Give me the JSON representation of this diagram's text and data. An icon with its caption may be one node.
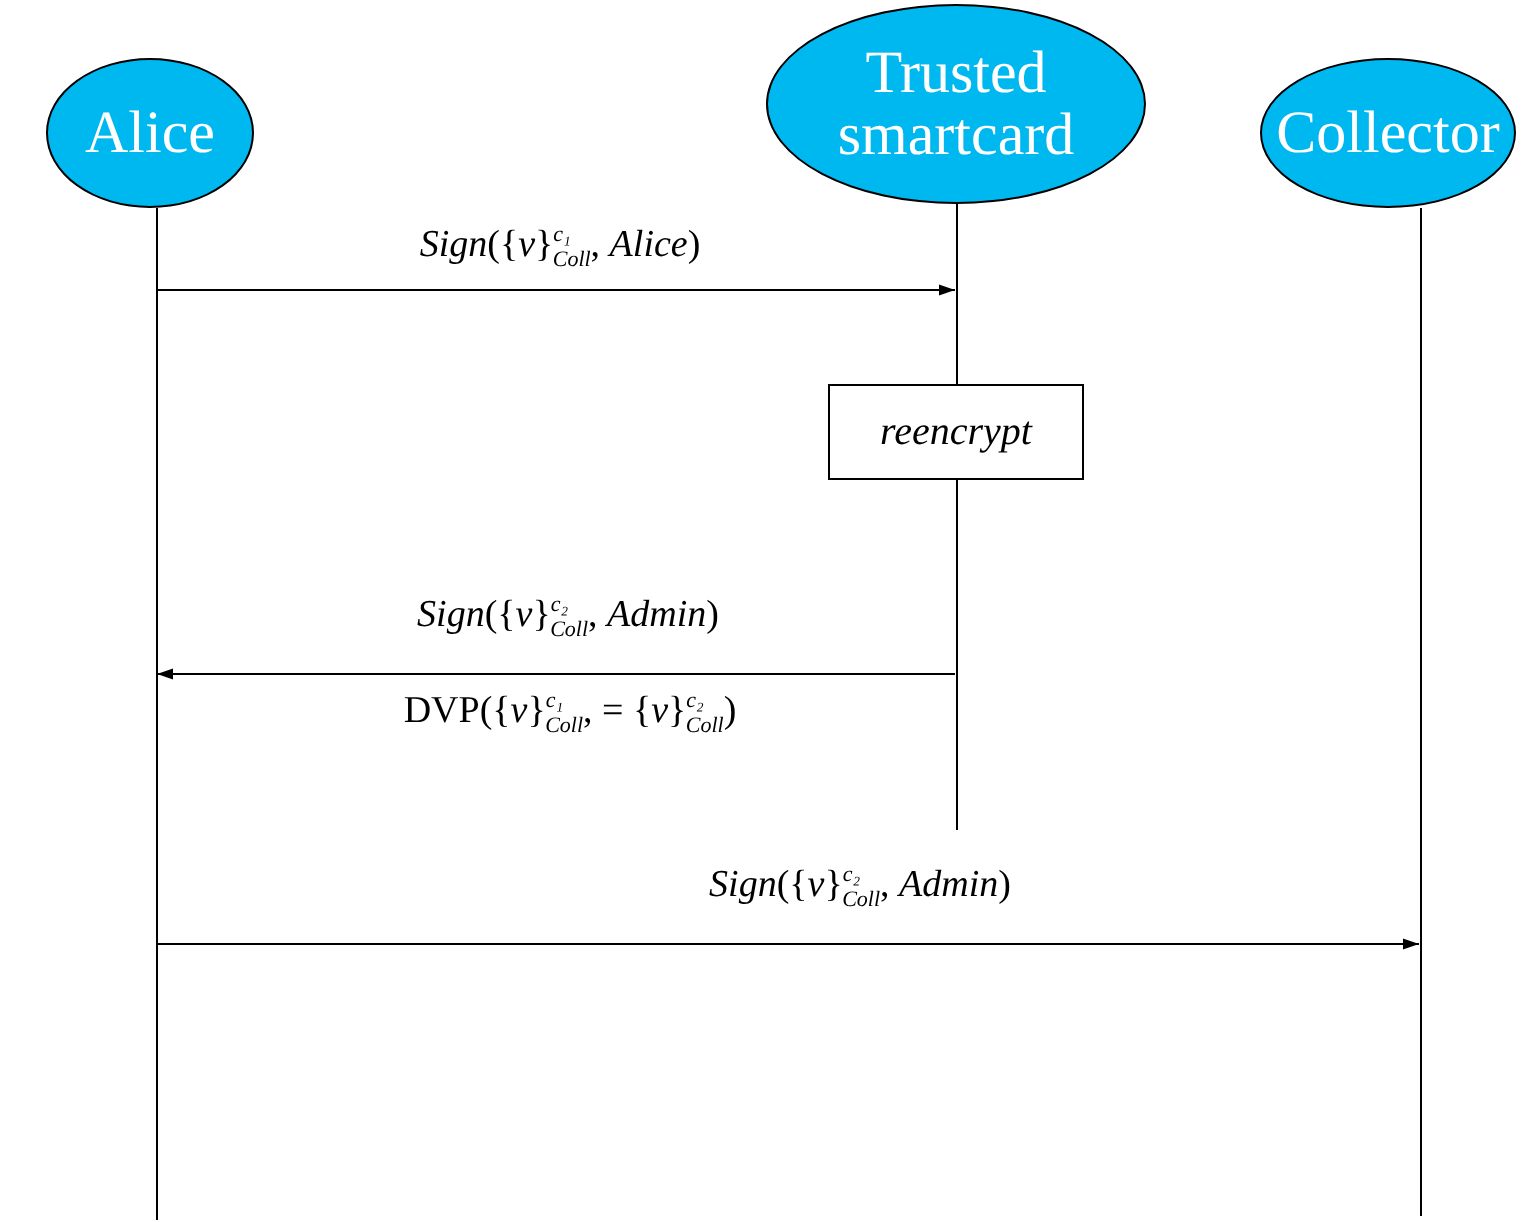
{
  "diagram": {
    "nodes": [
      {
        "text": [
          "Alice"
        ]
      },
      {
        "text": [
          "Trusted smartcard"
        ]
      },
      {
        "text": [
          "Collector"
        ]
      },
      {
        "text": [],
        "shape": "line"
      },
      {
        "text": [],
        "shape": "line"
      },
      {
        "text": [],
        "shape": "line"
      },
      {
        "text": [
          "reencrypt"
        ]
      }
    ],
    "edges": [
      {
        "from": 3,
        "to": 4,
        "arrow": "to",
        "label": "*Sign*({*v*}$^{c₁}$$_{Coll}$, *Alice*)"
      },
      {
        "from": 4,
        "to": 3,
        "arrow": "to",
        "label": "*Sign*({*v*}$^{c₂}$$_{Coll}$, *Admin*)"
      },
      {
        "from": 3,
        "to": 5,
        "arrow": "to",
        "label": "*Sign*({*v*}$^{c₂}$$_{Coll}$, *Admin*)"
      }
    ],
    "labels": [
      "DVP({*v*}$^{c₁}$$_{Coll}$, = {*v*}$^{c₂}$$_{Coll}$)"
    ]
  }
}
